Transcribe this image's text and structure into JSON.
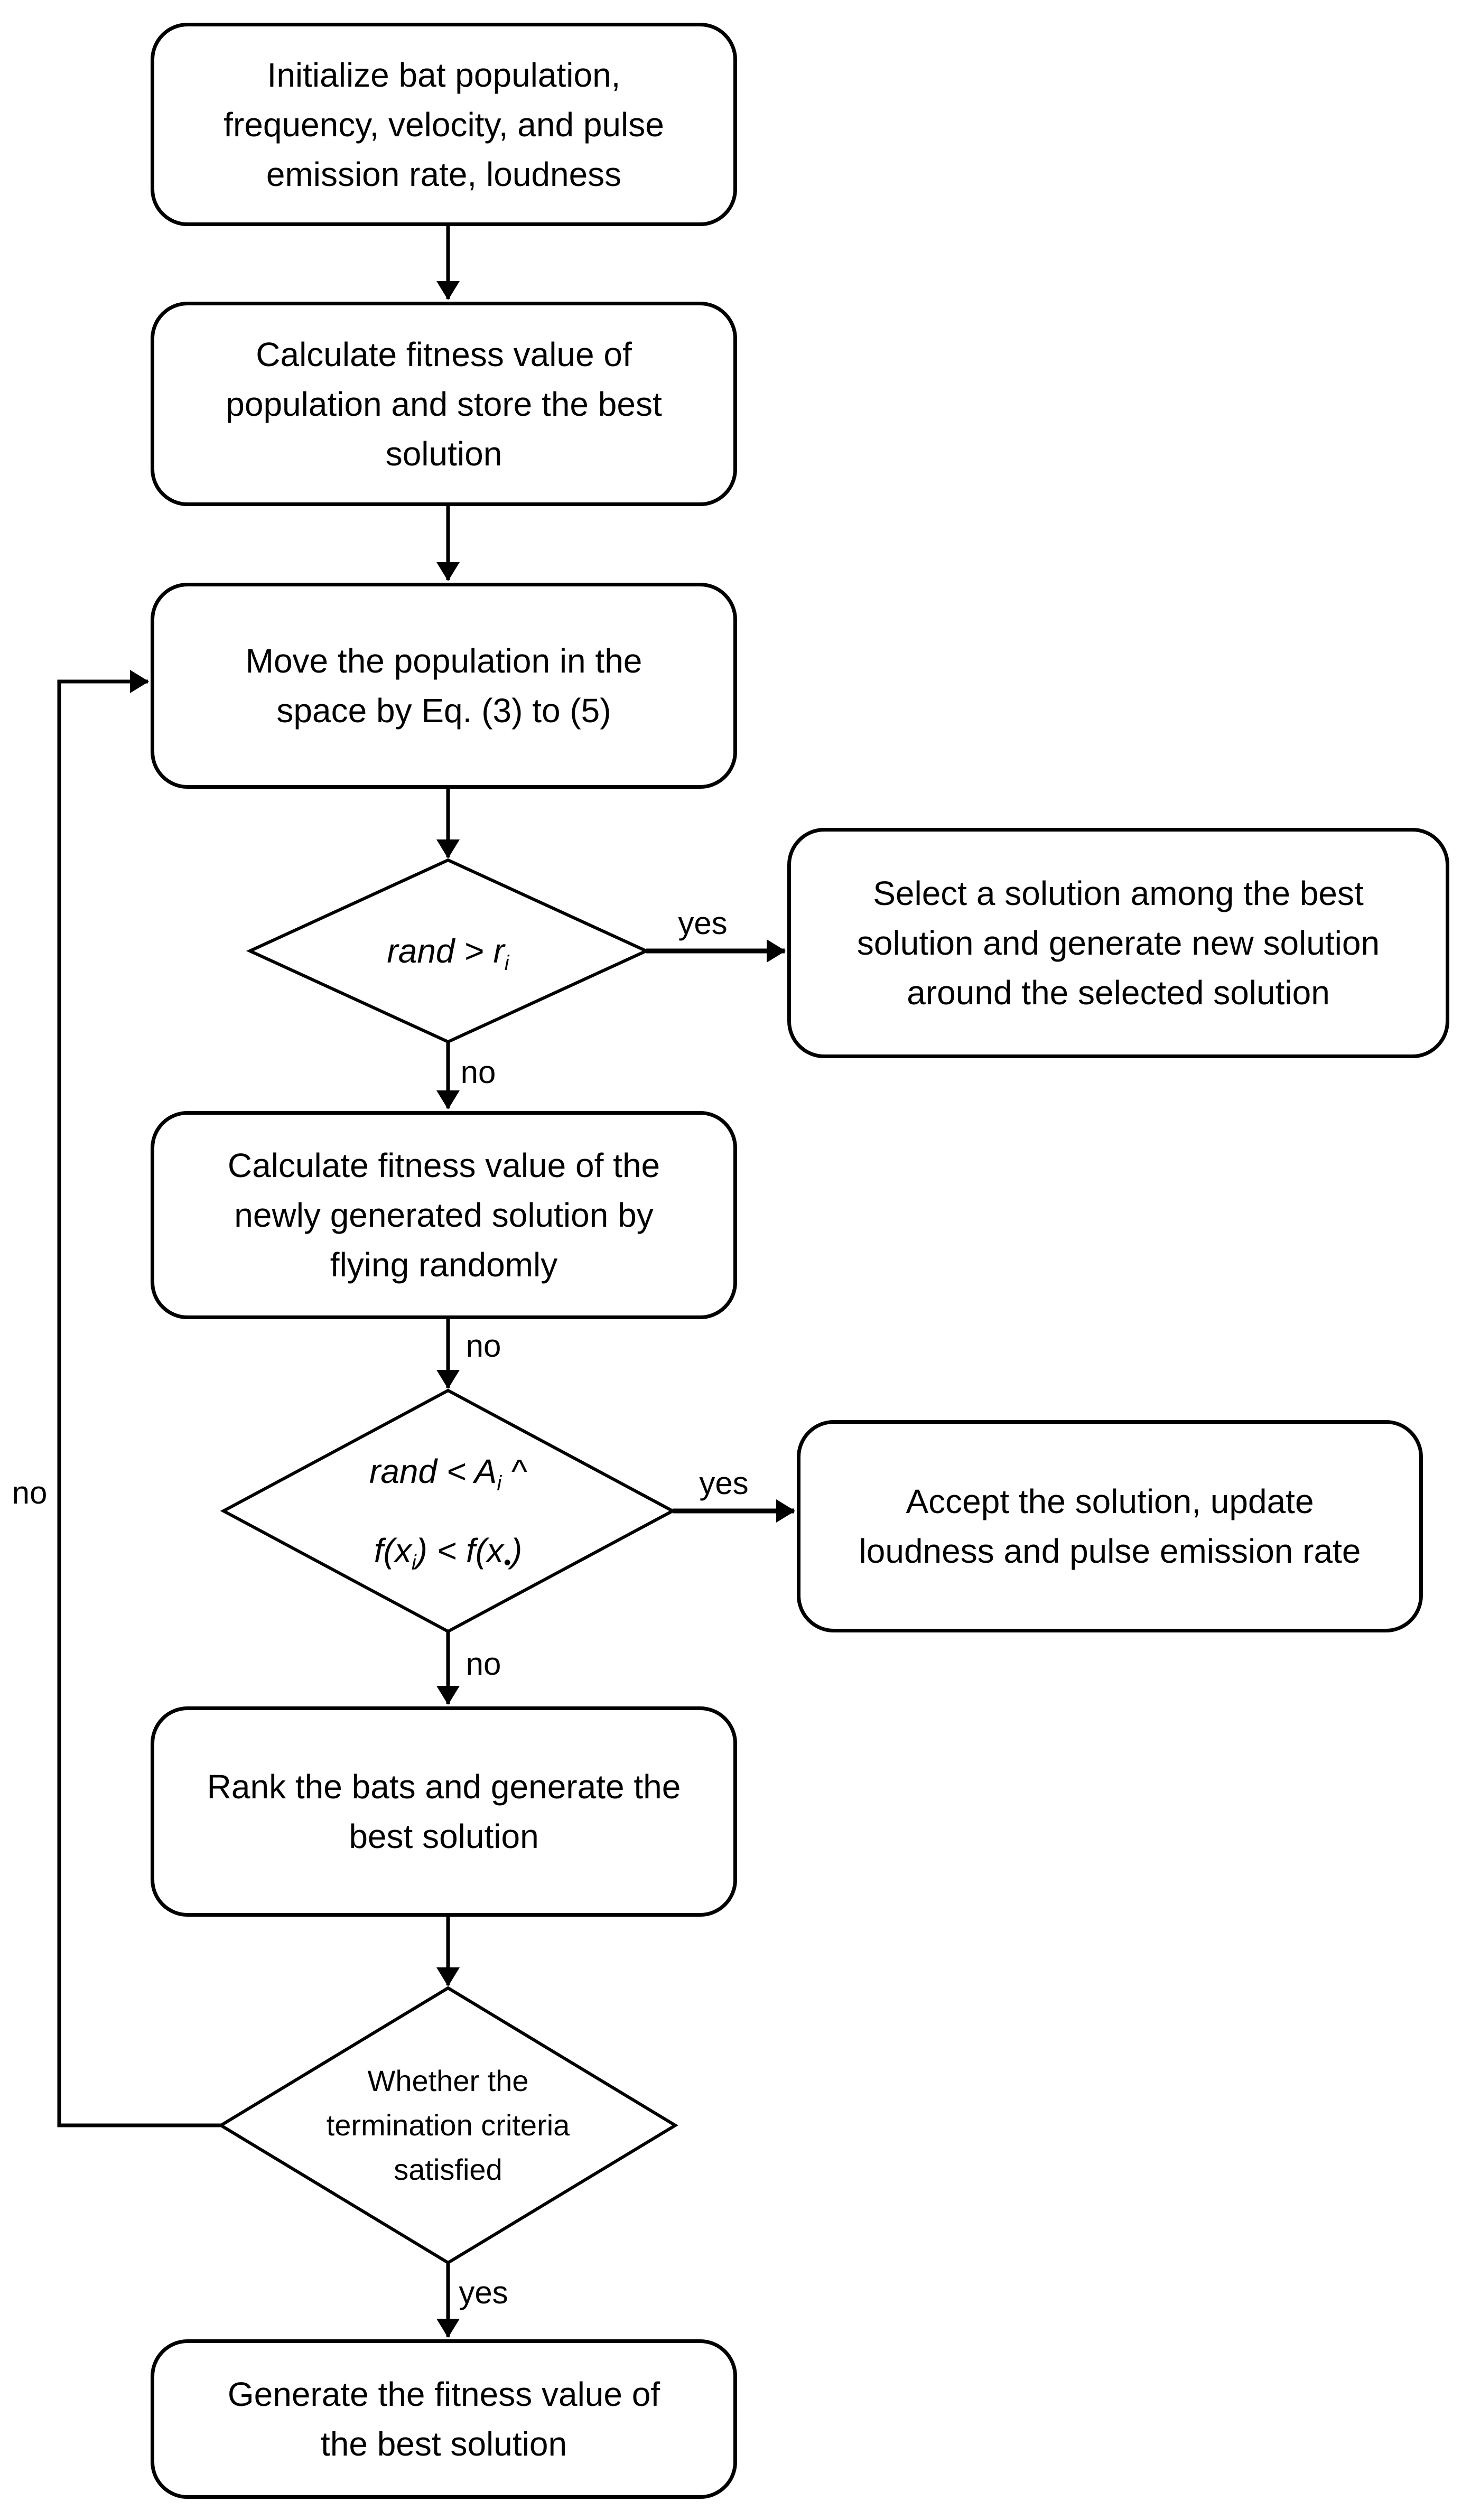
{
  "title": "Bat algorithm flowchart",
  "labels": {
    "yes": "yes",
    "no": "no"
  },
  "nodes": {
    "init": {
      "lines": [
        "Initialize bat population,",
        "frequency, velocity, and pulse",
        "emission rate, loudness"
      ]
    },
    "fitness": {
      "lines": [
        "Calculate fitness value of",
        "population and store the best",
        "solution"
      ]
    },
    "move": {
      "lines": [
        "Move the population in the",
        "space by Eq. (3) to (5)"
      ]
    },
    "select": {
      "lines": [
        "Select a solution among the best",
        "solution and generate new solution",
        "around the selected solution"
      ]
    },
    "calc_new": {
      "lines": [
        "Calculate fitness value of the",
        "newly generated solution by",
        "flying randomly"
      ]
    },
    "accept": {
      "lines": [
        "Accept the solution, update",
        "loudness and pulse emission rate"
      ]
    },
    "rank": {
      "lines": [
        "Rank the bats and generate the",
        "best solution"
      ]
    },
    "generate": {
      "lines": [
        "Generate the fitness value of",
        "the best solution"
      ]
    }
  },
  "decisions": {
    "pulse": {
      "pre": "rand > r",
      "sub": "i"
    },
    "accept_check": {
      "l1_pre": "rand < A",
      "l1_sub": "i",
      "l1_post": " ^",
      "l2_a": "f(x",
      "l2_a_sub": "i",
      "l2_b": ") < f(x",
      "l2_b_sub": "•",
      "l2_c": ")"
    },
    "termination": {
      "lines": [
        "Whether the",
        "termination criteria",
        "satisfied"
      ]
    }
  },
  "colors": {
    "line": "#000000",
    "background": "#ffffff",
    "text": "#000000"
  }
}
